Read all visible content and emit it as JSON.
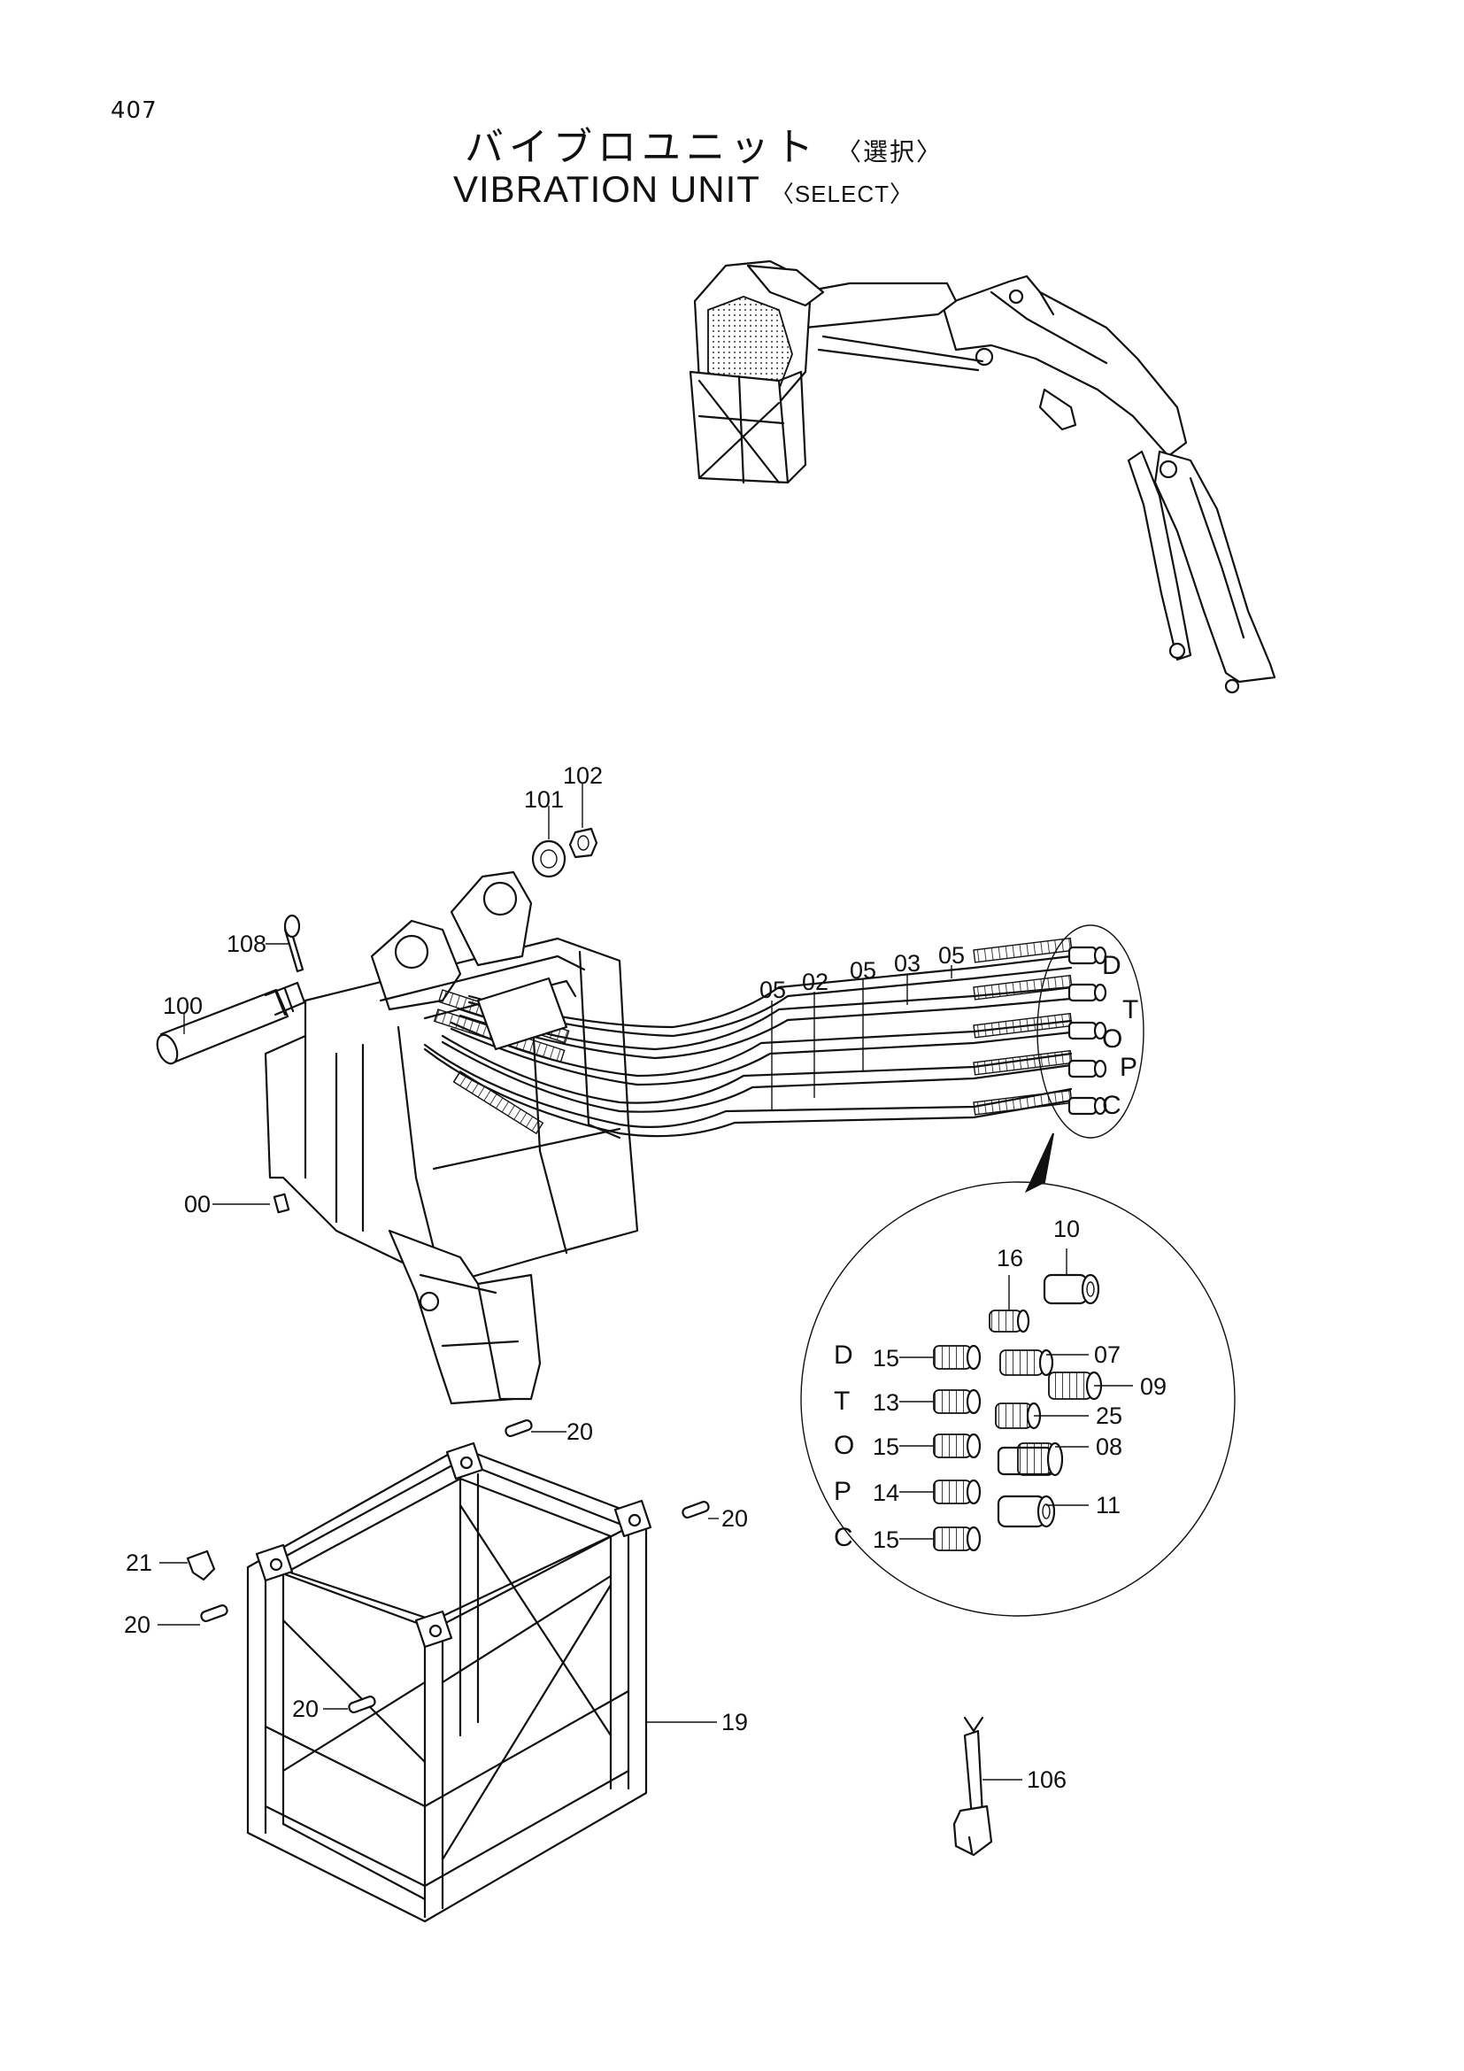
{
  "page_number": "407",
  "title": {
    "jp": "バイブロユニット",
    "jp_paren": "〈選択〉",
    "en": "VIBRATION  UNIT",
    "en_paren": "〈SELECT〉"
  },
  "callouts": {
    "c102": "102",
    "c101": "101",
    "c108": "108",
    "c100": "100",
    "c00": "00",
    "c05a": "05",
    "c02": "02",
    "c05b": "05",
    "c03": "03",
    "c05c": "05",
    "c10": "10",
    "c16": "16",
    "c15a": "15",
    "c07": "07",
    "c13": "13",
    "c09": "09",
    "c25": "25",
    "c15b": "15",
    "c08": "08",
    "c14": "14",
    "c11": "11",
    "c15c": "15",
    "c20a": "20",
    "c20b": "20",
    "c21": "21",
    "c20c": "20",
    "c20d": "20",
    "c19": "19",
    "c106": "106"
  },
  "port_letters": {
    "top": [
      "D",
      "T",
      "O",
      "P",
      "C"
    ],
    "detail": [
      "D",
      "T",
      "O",
      "P",
      "C"
    ]
  }
}
